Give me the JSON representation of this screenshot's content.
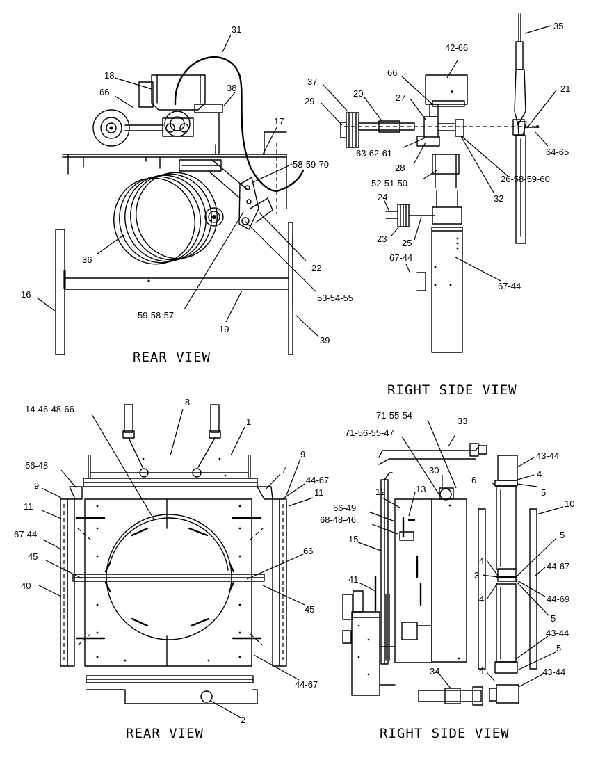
{
  "views": {
    "top_left": "REAR VIEW",
    "top_right": "RIGHT SIDE VIEW",
    "bottom_left": "REAR VIEW",
    "bottom_right": "RIGHT SIDE VIEW"
  },
  "callouts": {
    "tl": [
      "31",
      "18",
      "66",
      "38",
      "17",
      "58-59-70",
      "36",
      "22",
      "53-54-55",
      "59-58-57",
      "19",
      "16",
      "39"
    ],
    "tr": [
      "35",
      "42-66",
      "66",
      "37",
      "29",
      "20",
      "27",
      "21",
      "63-62-61",
      "28",
      "64-65",
      "26-58-59-60",
      "52-51-50",
      "32",
      "24",
      "23",
      "25",
      "67-44",
      "67-44"
    ],
    "bl": [
      "14-46-48-66",
      "8",
      "1",
      "66-48",
      "7",
      "9",
      "9",
      "44-67",
      "11",
      "11",
      "67-44",
      "45",
      "66",
      "40",
      "45",
      "44-67",
      "2"
    ],
    "br": [
      "71-55-54",
      "71-56-55-47",
      "33",
      "30",
      "43-44",
      "4",
      "6",
      "5",
      "12",
      "13",
      "10",
      "66-49",
      "68-48-46",
      "15",
      "5",
      "41",
      "44-67",
      "4",
      "3",
      "4",
      "44-69",
      "5",
      "43-44",
      "5",
      "4",
      "43-44",
      "34"
    ]
  }
}
